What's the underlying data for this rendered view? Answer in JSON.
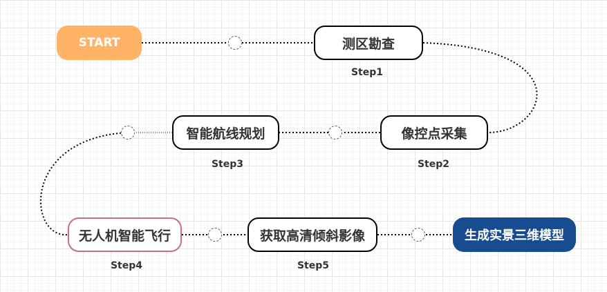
{
  "nodes": {
    "start": {
      "label": "START",
      "fill": "#FFB366"
    },
    "survey": {
      "label": "测区勘查",
      "step": "Step1",
      "border": "#000000"
    },
    "control_points": {
      "label": "像控点采集",
      "step": "Step2",
      "border": "#000000"
    },
    "route_planning": {
      "label": "智能航线规划",
      "step": "Step3",
      "border": "#000000"
    },
    "uav_flight": {
      "label": "无人机智能飞行",
      "step": "Step4",
      "border": "#CC6B8A"
    },
    "acquire_images": {
      "label": "获取高清倾斜影像",
      "step": "Step5",
      "border": "#000000"
    },
    "end": {
      "label": "生成实景三维模型",
      "fill": "#174C91"
    }
  },
  "colors": {
    "connector": "#000000",
    "junction": "#555555",
    "grid": "#E6E6E6"
  },
  "flow": [
    "start",
    "survey",
    "control_points",
    "route_planning",
    "uav_flight",
    "acquire_images",
    "end"
  ]
}
